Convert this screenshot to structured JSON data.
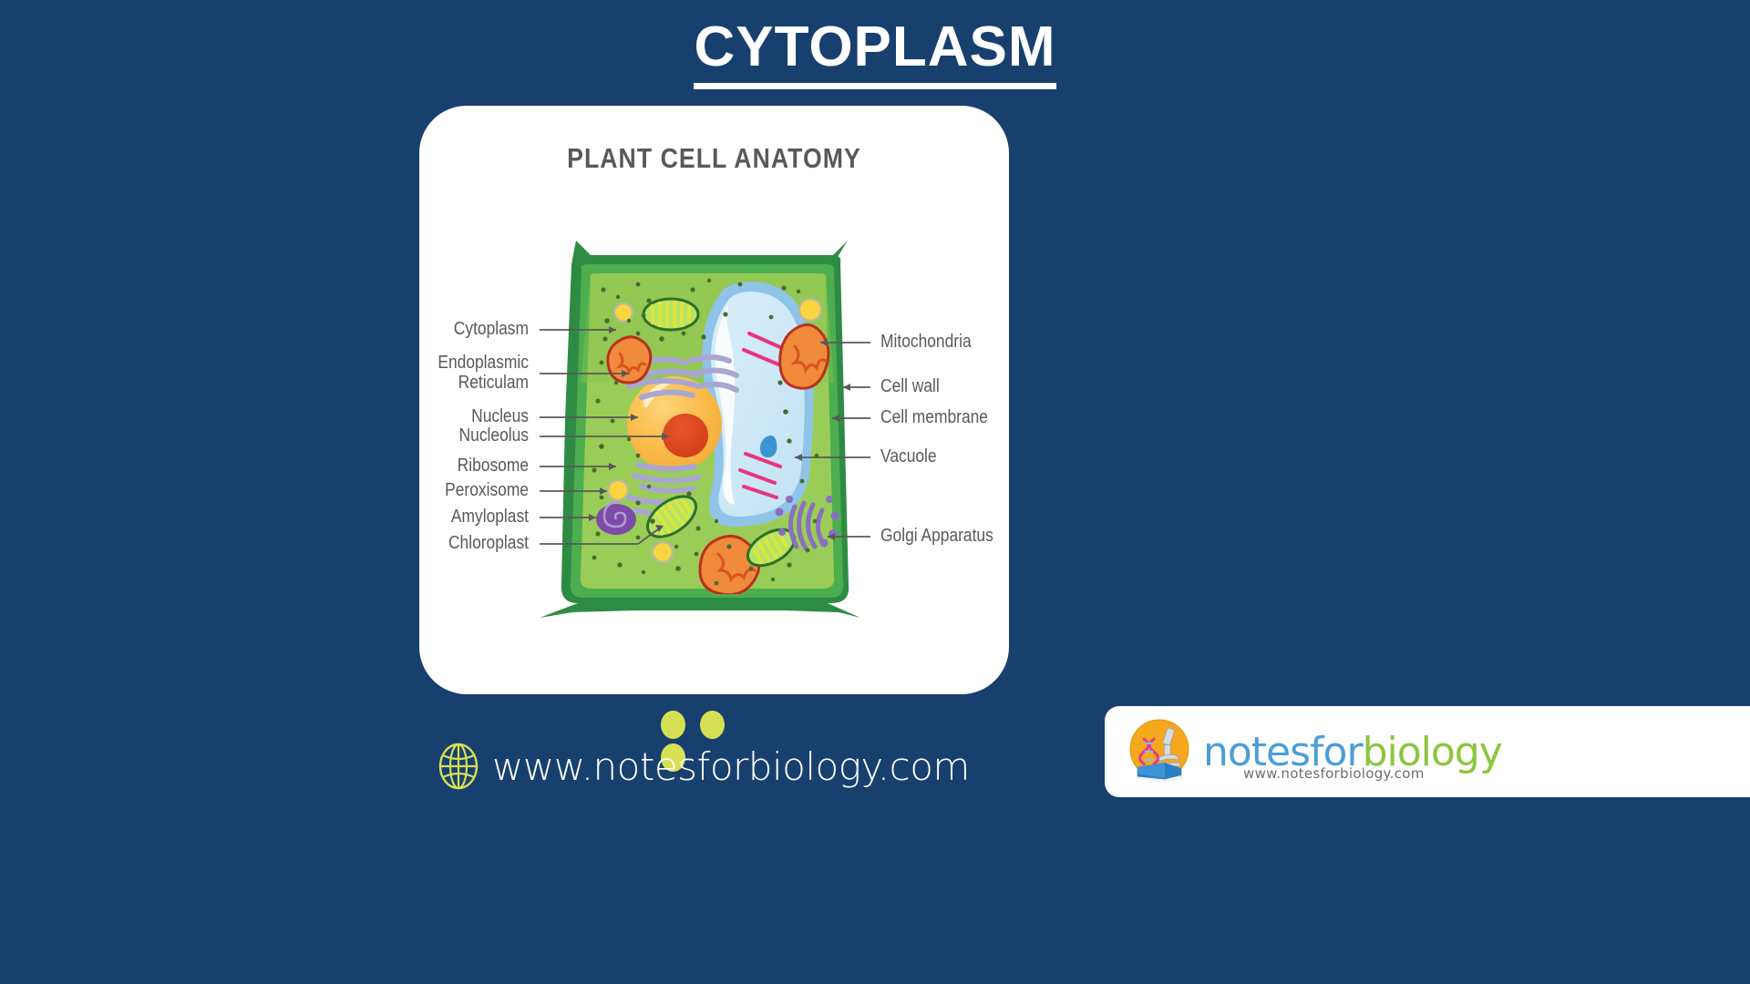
{
  "page": {
    "title": "CYTOPLASM",
    "background_color": "#18406f",
    "accent_color": "#d6e055"
  },
  "card": {
    "diagram_heading": "PLANT CELL ANATOMY",
    "background_color": "#ffffff"
  },
  "diagram": {
    "labels_left": [
      {
        "name": "cytoplasm",
        "text": "Cytoplasm"
      },
      {
        "name": "endoplasmic-reticulam",
        "text": "Endoplasmic",
        "text2": "Reticulam"
      },
      {
        "name": "nucleus",
        "text": "Nucleus"
      },
      {
        "name": "nucleolus",
        "text": "Nucleolus"
      },
      {
        "name": "ribosome",
        "text": "Ribosome"
      },
      {
        "name": "peroxisome",
        "text": "Peroxisome"
      },
      {
        "name": "amyloplast",
        "text": "Amyloplast"
      },
      {
        "name": "chloroplast",
        "text": "Chloroplast"
      }
    ],
    "labels_right": [
      {
        "name": "mitochondria",
        "text": "Mitochondria"
      },
      {
        "name": "cell-wall",
        "text": "Cell wall"
      },
      {
        "name": "cell-membrane",
        "text": "Cell membrane"
      },
      {
        "name": "vacuole",
        "text": "Vacuole"
      },
      {
        "name": "golgi-apparatus",
        "text": "Golgi Apparatus"
      }
    ],
    "colors": {
      "cell_wall": "#2e8b44",
      "cell_membrane": "#4cae4f",
      "cytoplasm": "#9acd58",
      "nucleus": "#fbbd4b",
      "nucleolus": "#dd4521",
      "vacuole": "#cbe7f7",
      "vacuole_rim": "#8fc3e8",
      "mitochondria": "#f08a3c",
      "chloroplast": "#8fd44a",
      "peroxisome": "#fbd540",
      "amyloplast": "#7b4ca8",
      "golgi": "#8a6fc0",
      "er": "#a9a6d4",
      "ribosome": "#5d6b3a",
      "label_text": "#58595b",
      "leader_line": "#58595b"
    }
  },
  "footer": {
    "dots_count": 3,
    "url": "www.notesforbiology.com",
    "globe_icon": "globe-icon"
  },
  "logo": {
    "word_part1": "notesfor",
    "word_part2": "biology",
    "subtitle": "www.notesforbiology.com",
    "mark_icon": "microscope-dna-book-icon",
    "circle_color": "#f5a81c",
    "book_color": "#2a7fc1",
    "dna_color": "#e8388f"
  }
}
